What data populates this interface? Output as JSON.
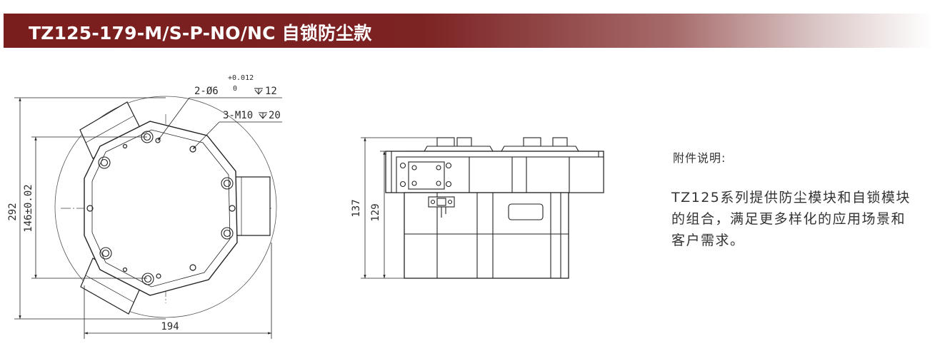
{
  "header": {
    "title": "TZ125-179-M/S-P-NO/NC 自锁防尘款"
  },
  "top_view": {
    "callout_pin_hole": {
      "text": "2-Ø6",
      "tol_upper": "+0.012",
      "tol_lower": "0",
      "depth": "12"
    },
    "callout_thread": {
      "text": "3-M10",
      "depth": "20"
    },
    "dim_overall_height": "292",
    "dim_pitch_height": "146±0.02",
    "dim_width": "194"
  },
  "side_view": {
    "dim_overall_height": "137",
    "dim_body_height": "129"
  },
  "notes": {
    "title": "附件说明:",
    "body": "TZ125系列提供防尘模块和自锁模块的组合，满足更多样化的应用场景和客户需求。"
  }
}
